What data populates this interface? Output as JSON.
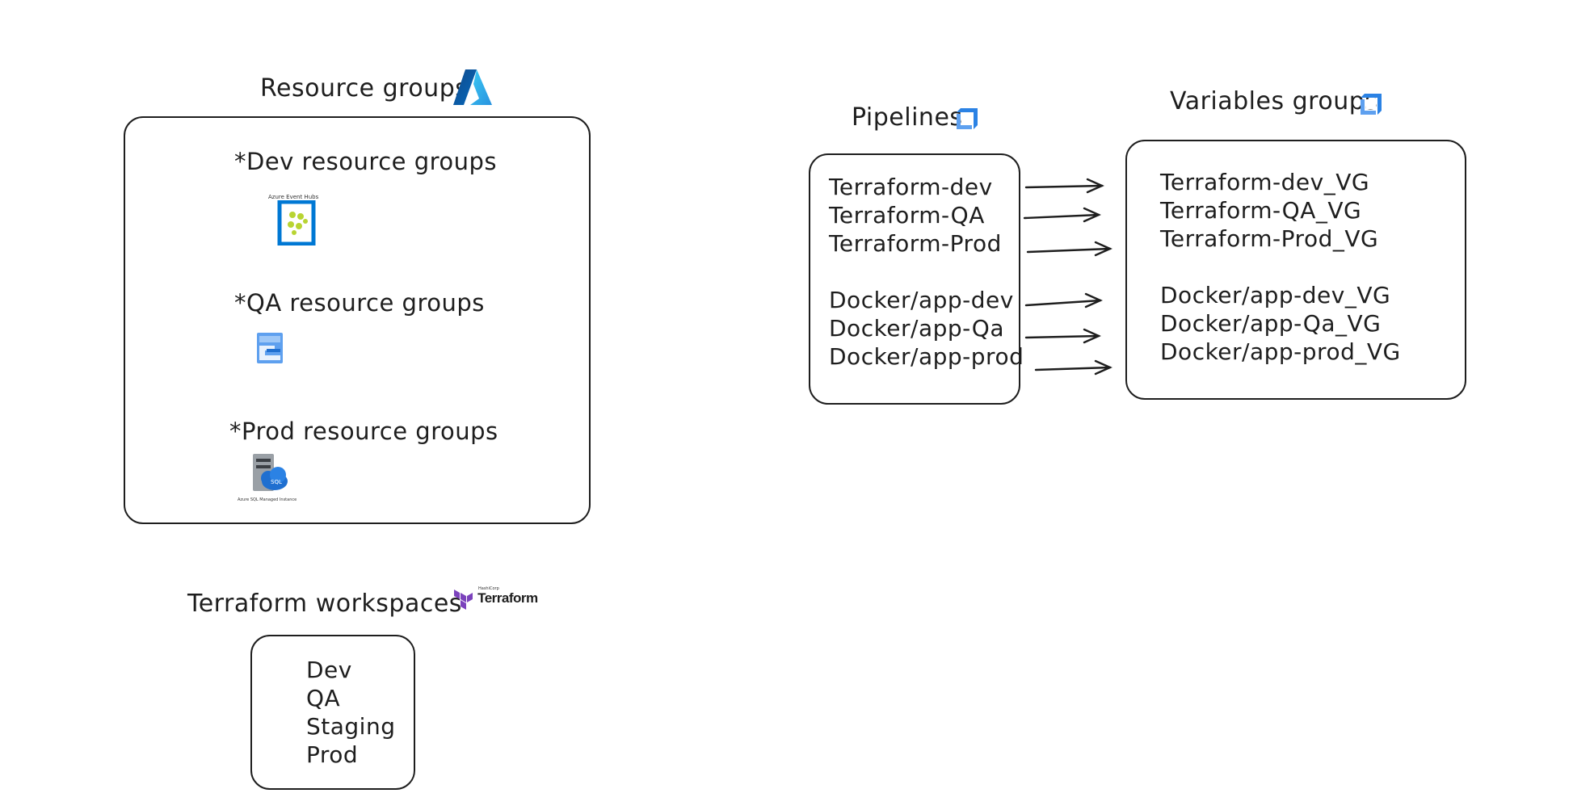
{
  "resource_groups": {
    "title": "Resource groups",
    "groups": [
      {
        "label": "*Dev resource groups",
        "icon": "azure-event-hubs-icon",
        "icon_caption": "Azure Event Hubs"
      },
      {
        "label": "*QA resource groups",
        "icon": "azure-blueprint-icon"
      },
      {
        "label": "*Prod resource groups",
        "icon": "azure-sql-managed-instance-icon",
        "icon_caption": "Azure SQL Managed Instance",
        "icon_text": "SQL"
      }
    ],
    "logo": "azure-logo-icon"
  },
  "pipelines": {
    "title": "Pipelines",
    "icon": "azure-pipelines-icon",
    "items": [
      "Terraform-dev",
      "Terraform-QA",
      "Terraform-Prod",
      "Docker/app-dev",
      "Docker/app-Qa",
      "Docker/app-prod"
    ]
  },
  "variable_groups": {
    "title": "Variables groups",
    "icon": "azure-pipelines-icon",
    "items": [
      "Terraform-dev_VG",
      "Terraform-QA_VG",
      "Terraform-Prod_VG",
      "Docker/app-dev_VG",
      "Docker/app-Qa_VG",
      "Docker/app-prod_VG"
    ]
  },
  "terraform": {
    "title": "Terraform workspaces",
    "logo_text": "Terraform",
    "logo_small": "HashiCorp",
    "workspaces": [
      "Dev",
      "QA",
      "Staging",
      "Prod"
    ]
  },
  "colors": {
    "ink": "#1e1e1e",
    "azure_blue": "#0078d4",
    "terraform_purple": "#7b42bc",
    "event_hub_green": "#b8d432"
  }
}
